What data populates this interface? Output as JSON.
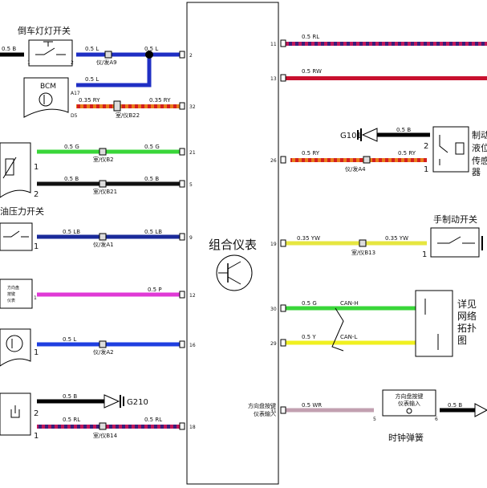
{
  "cluster": {
    "title": "组合仪表"
  },
  "components": {
    "reverse_switch": "倒车灯灯开关",
    "bcm": "BCM",
    "oil_switch": "油压力开关",
    "hand_brake": "手制动开关",
    "brake_fluid": [
      "制动",
      "液位",
      "传感",
      "器"
    ],
    "network": [
      "详见",
      "网络",
      "拓扑",
      "图"
    ],
    "clock_spring": "时钟弹簧",
    "clock_box": [
      "方向盘按键",
      "仪表输入"
    ],
    "steering_left": [
      "方向盘按键",
      "仪表输入"
    ],
    "small_box": [
      "方向盘",
      "按键",
      "仪表"
    ]
  },
  "grounds": {
    "g101": "G101",
    "g210": "G210"
  },
  "wires": {
    "w1_left": "0.5 B",
    "w1_mid": "0.5 L",
    "w1_right": "0.5 L",
    "w_bcm": "0.5 L",
    "w32a": "0.35 RY",
    "w32b": "0.35 RY",
    "w21a": "0.5 G",
    "w21b": "0.5 G",
    "w5a": "0.5 B",
    "w5b": "0.5 B",
    "w9a": "0.5 LB",
    "w9b": "0.5 LB",
    "w12": "0.5 P",
    "w16": "0.5 L",
    "w_g210": "0.5 B",
    "w18a": "0.5 RL",
    "w18b": "0.5 RL",
    "w11": "0.5 RL",
    "w13": "0.5 RW",
    "w_g101": "0.5 B",
    "w26a": "0.5 RY",
    "w26b": "0.5 RY",
    "w19a": "0.35 YW",
    "w19b": "0.35 YW",
    "w30": "0.5 G",
    "w29": "0.5 Y",
    "w31": "0.5 WR",
    "w_clk": "0.5 B",
    "can_h": "CAN-H",
    "can_l": "CAN-L"
  },
  "connectors": {
    "c_a9": "仪/发A9",
    "c_b22": "室/仪B22",
    "c_b2": "室/仪B2",
    "c_b21": "室/仪B21",
    "c_a1": "仪/发A1",
    "c_a2": "仪/发A2",
    "c_b14": "室/仪B14",
    "c_a4": "仪/发A4",
    "c_b13": "室/仪B13"
  },
  "pins": {
    "p2": "2",
    "p32": "32",
    "p21": "21",
    "p5": "5",
    "p9": "9",
    "p12": "12",
    "p16": "16",
    "p18": "18",
    "p11": "11",
    "p13": "13",
    "p26": "26",
    "p19": "19",
    "p30": "30",
    "p29": "29",
    "p31": "31",
    "l_1a": "1",
    "l_2a": "2",
    "l_a17": "A17",
    "l_d5": "D5",
    "l_1b": "1",
    "l_2b": "2",
    "l_1c": "1",
    "l_1d": "1",
    "l_1e": "1",
    "l_2e": "2",
    "l_1f": "1",
    "r_2": "2",
    "r_1": "1",
    "r_1b": "1",
    "r_5": "5",
    "r_6": "6"
  }
}
